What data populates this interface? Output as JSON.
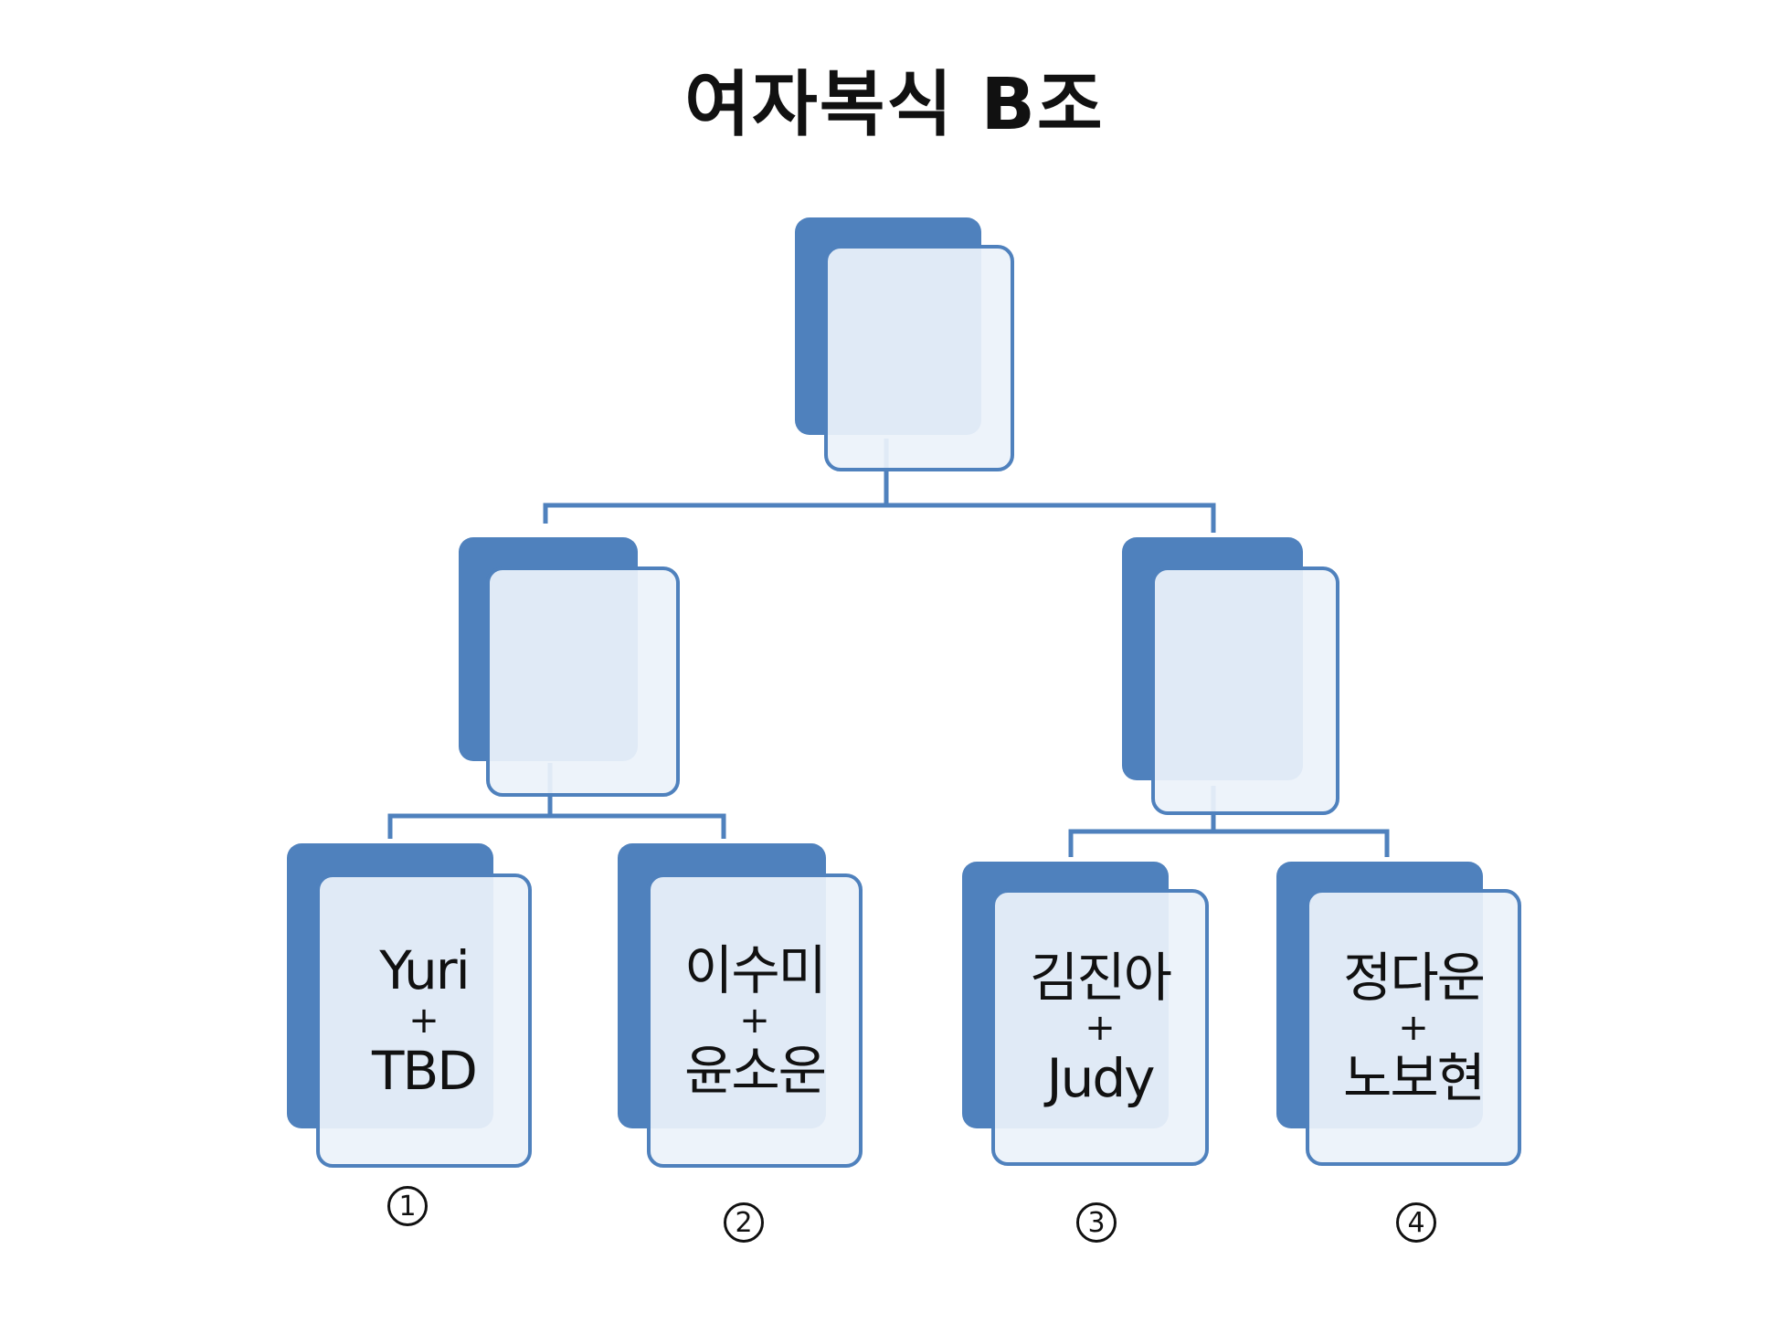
{
  "title": "여자복식 B조",
  "colors": {
    "accent": "#4f81bd",
    "box_fill": "#ecf2fa",
    "text": "#111111"
  },
  "teams": [
    {
      "player1": "Yuri",
      "plus": "+",
      "player2": "TBD",
      "seed": "1"
    },
    {
      "player1": "이수미",
      "plus": "+",
      "player2": "윤소운",
      "seed": "2"
    },
    {
      "player1": "김진아",
      "plus": "+",
      "player2": "Judy",
      "seed": "3"
    },
    {
      "player1": "정다운",
      "plus": "+",
      "player2": "노보현",
      "seed": "4"
    }
  ]
}
